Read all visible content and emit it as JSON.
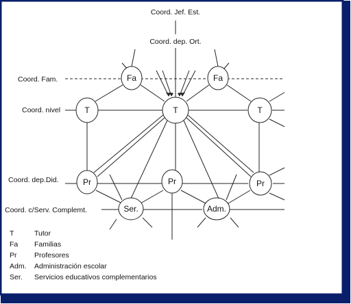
{
  "diagram": {
    "labels": {
      "jef_est": "Coord. Jef. Est.",
      "dep_ort": "Coord. dep. Ort.",
      "fam": "Coord. Fam.",
      "nivel": "Coord. nivel",
      "dep_did": "Coord. dep.Did.",
      "serv": "Coord. c/Serv. Complemt."
    },
    "nodes": {
      "fa1": "Fa",
      "fa2": "Fa",
      "t1": "T",
      "t2": "T",
      "t3": "T",
      "pr1": "Pr",
      "pr2": "Pr",
      "pr3": "Pr",
      "ser": "Ser.",
      "adm": "Adm."
    },
    "legend": [
      {
        "abbr": "T",
        "desc": "Tutor"
      },
      {
        "abbr": "Fa",
        "desc": "Familias"
      },
      {
        "abbr": "Pr",
        "desc": "Profesores"
      },
      {
        "abbr": "Adm.",
        "desc": "Administración escolar"
      },
      {
        "abbr": "Ser.",
        "desc": "Servicios educativos complementarios"
      }
    ]
  }
}
